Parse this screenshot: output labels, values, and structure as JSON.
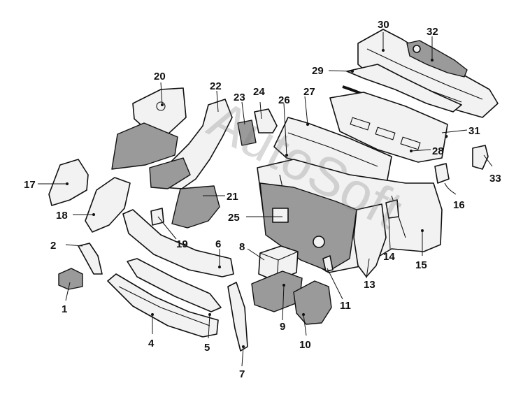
{
  "diagram": {
    "watermark": "AutoSoft",
    "labels": [
      "1",
      "2",
      "4",
      "5",
      "6",
      "7",
      "8",
      "9",
      "10",
      "11",
      "13",
      "14",
      "15",
      "16",
      "17",
      "18",
      "19",
      "20",
      "21",
      "22",
      "23",
      "24",
      "25",
      "26",
      "27",
      "28",
      "29",
      "30",
      "31",
      "32",
      "33"
    ]
  }
}
